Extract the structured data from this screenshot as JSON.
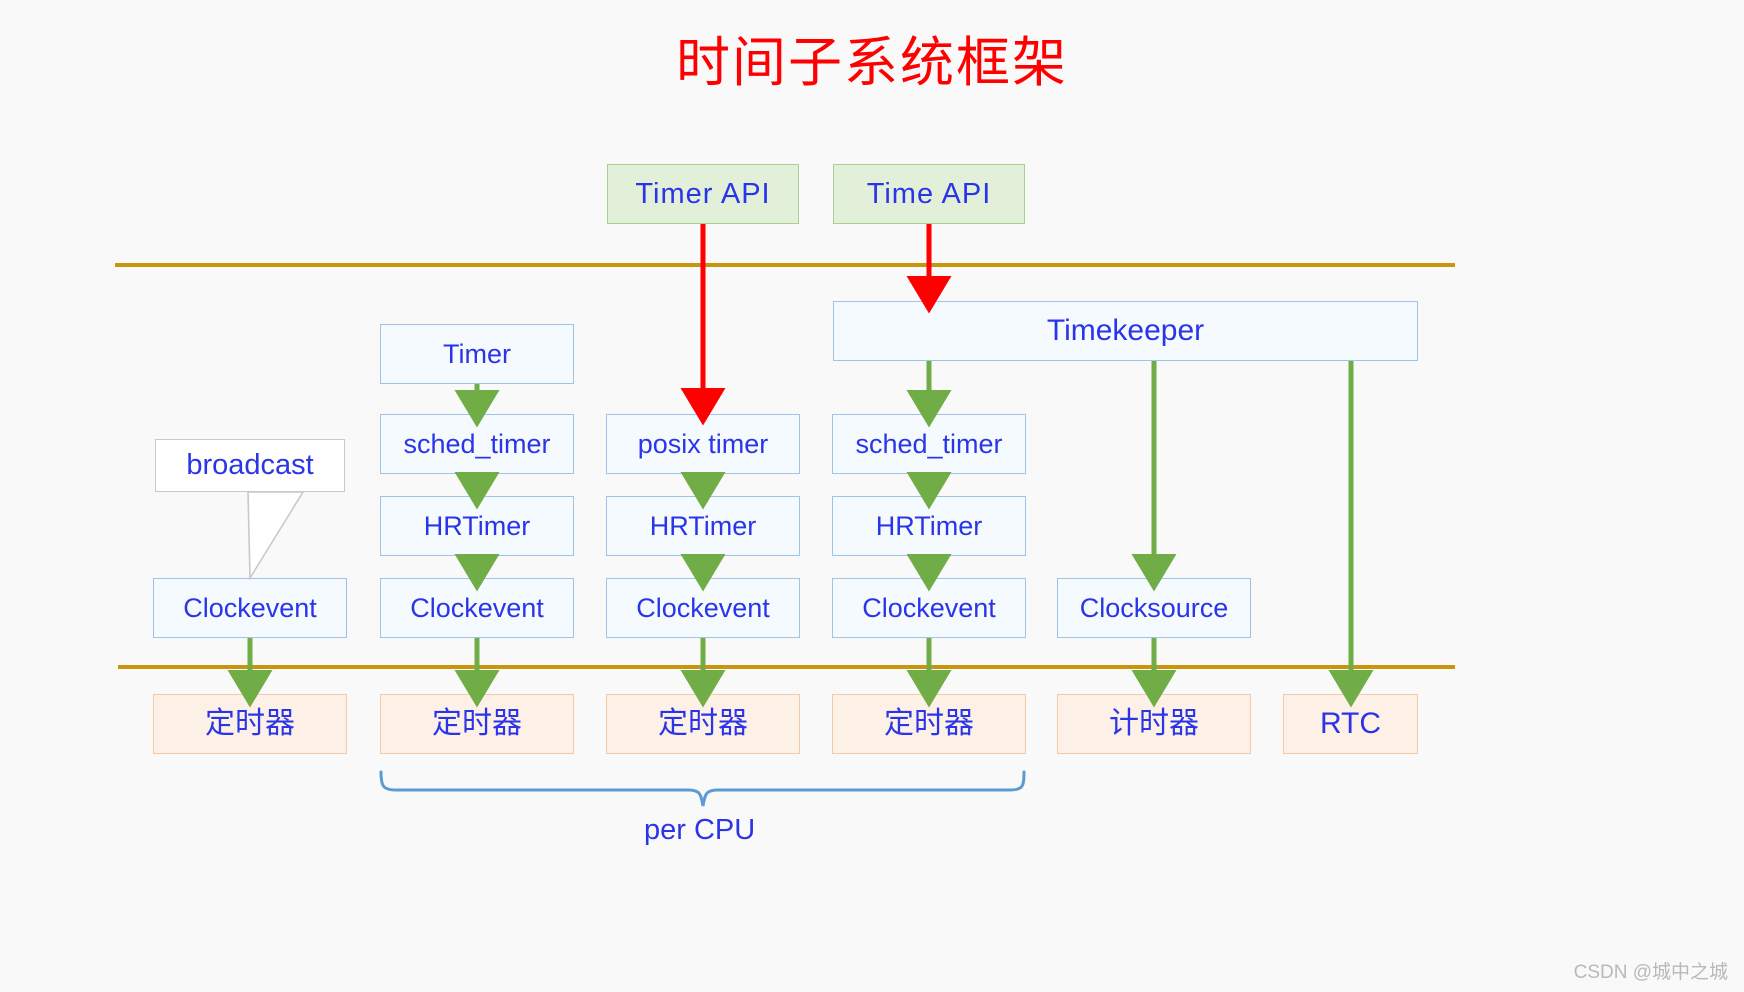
{
  "title": "时间子系统框架",
  "colors": {
    "background": "#f9f9f9",
    "title": "#ff0000",
    "node_text": "#2b35e8",
    "green_fill": "#e2f0d9",
    "green_border": "#a9d08e",
    "blue_fill": "#f4fafe",
    "blue_border": "#9dc3e6",
    "peach_fill": "#fdf0e6",
    "peach_border": "#f5c9a2",
    "separator": "#c8960c",
    "red_arrow": "#ff0000",
    "green_arrow": "#70ad47",
    "brace": "#5b9bd5",
    "callout_border": "#c9c9c9",
    "watermark": "#b9b9b9"
  },
  "api_layer": {
    "timer_api": "Timer  API",
    "time_api": "Time  API"
  },
  "timekeeper": "Timekeeper",
  "callout": {
    "broadcast": "broadcast"
  },
  "columns": [
    {
      "id": "broadcast-column",
      "nodes": [
        "Clockevent"
      ]
    },
    {
      "id": "timer-column",
      "nodes": [
        "Timer",
        "sched_timer",
        "HRTimer",
        "Clockevent"
      ]
    },
    {
      "id": "posix-column",
      "nodes": [
        "posix timer",
        "HRTimer",
        "Clockevent"
      ]
    },
    {
      "id": "timekeeper-sched-column",
      "nodes": [
        "sched_timer",
        "HRTimer",
        "Clockevent"
      ]
    },
    {
      "id": "clocksource-column",
      "nodes": [
        "Clocksource"
      ]
    }
  ],
  "hardware_row": [
    "定时器",
    "定时器",
    "定时器",
    "定时器",
    "计时器",
    "RTC"
  ],
  "per_cpu_label": "per CPU",
  "watermark": "CSDN @城中之城"
}
